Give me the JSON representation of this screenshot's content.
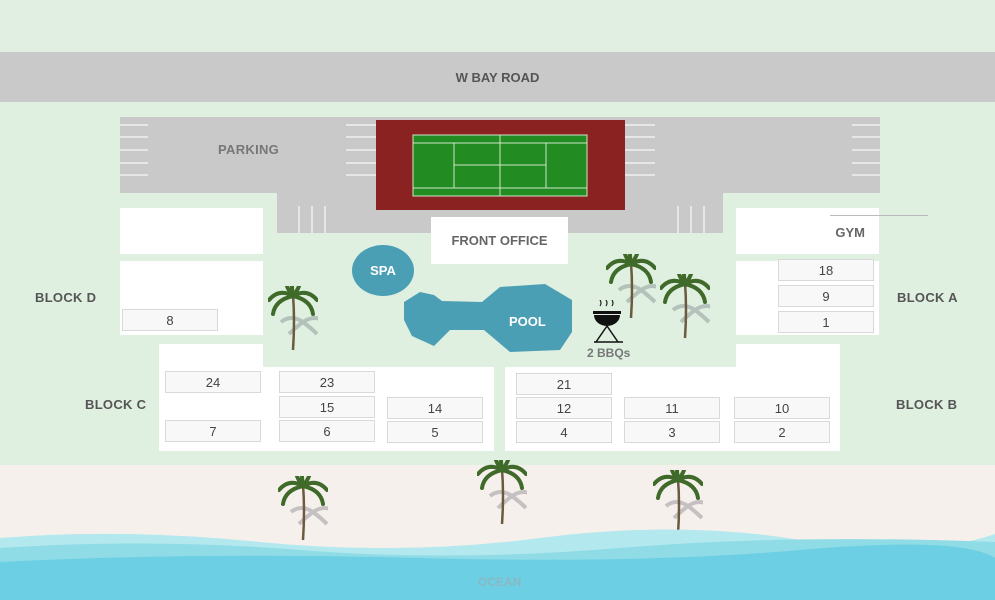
{
  "road": {
    "label": "W BAY ROAD"
  },
  "parking": {
    "label": "PARKING"
  },
  "front_office": {
    "label": "FRONT OFFICE"
  },
  "gym": {
    "label": "GYM"
  },
  "spa": {
    "label": "SPA"
  },
  "pool": {
    "label": "POOL"
  },
  "bbq": {
    "label": "2 BBQs"
  },
  "ocean": {
    "label": "OCEAN"
  },
  "blocks": {
    "a": "BLOCK A",
    "b": "BLOCK B",
    "c": "BLOCK C",
    "d": "BLOCK D"
  },
  "units": {
    "u1": "1",
    "u2": "2",
    "u3": "3",
    "u4": "4",
    "u5": "5",
    "u6": "6",
    "u7": "7",
    "u8": "8",
    "u9": "9",
    "u10": "10",
    "u11": "11",
    "u12": "12",
    "u14": "14",
    "u15": "15",
    "u18": "18",
    "u21": "21",
    "u23": "23",
    "u24": "24"
  },
  "colors": {
    "court_surround": "#8b2222",
    "court": "#228b22",
    "water": "#4a9fb5",
    "ocean": "#6ccfe3",
    "sand": "#f5f0eb"
  }
}
